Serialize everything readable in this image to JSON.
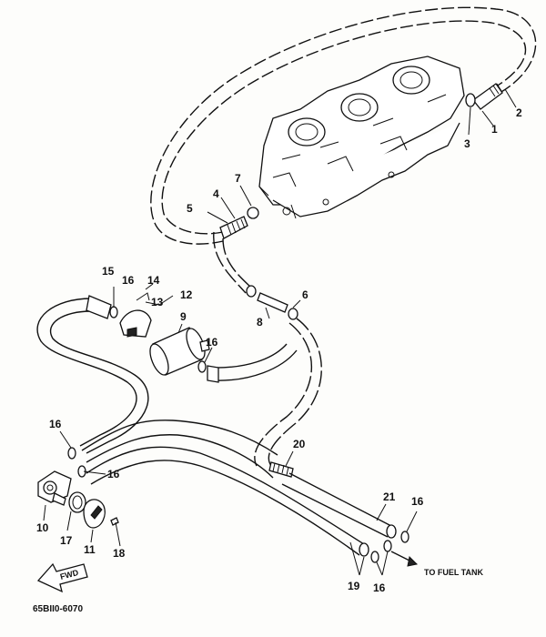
{
  "callouts": [
    "1",
    "2",
    "3",
    "4",
    "5",
    "6",
    "7",
    "8",
    "9",
    "10",
    "11",
    "12",
    "13",
    "14",
    "15",
    "16",
    "17",
    "18",
    "19",
    "20",
    "21"
  ],
  "labels": {
    "to_fuel_tank": "TO FUEL TANK",
    "fwd": "FWD",
    "diagram_code": "65BII0-6070"
  }
}
